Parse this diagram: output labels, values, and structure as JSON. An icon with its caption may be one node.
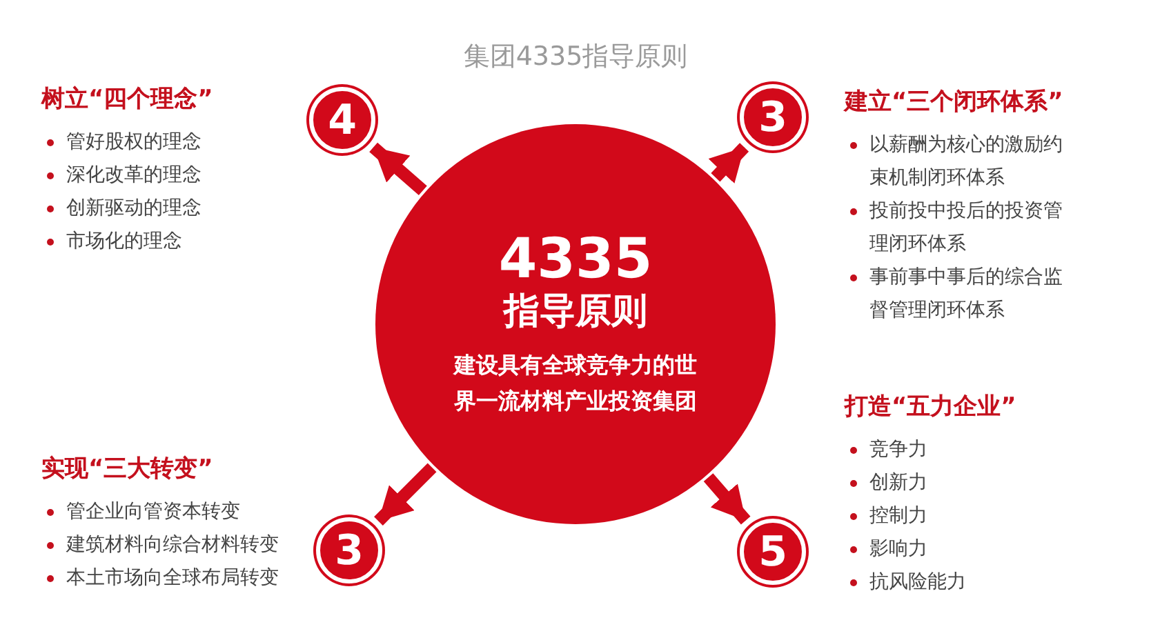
{
  "diagram": {
    "title": "集团4335指导原则",
    "nodes": [
      {
        "text": [
          "4335",
          "指导原则",
          "建设具有全球竞争力的世界一流材料产业投资集团"
        ]
      },
      {
        "text": [
          "4"
        ],
        "beside": [
          "树立“四个理念”",
          "管好股权的理念",
          "深化改革的理念",
          "创新驱动的理念",
          "市场化的理念"
        ]
      },
      {
        "text": [
          "3"
        ],
        "beside": [
          "建立“三个闭环体系”",
          "以薪酬为核心的激励约束机制闭环体系",
          "投前投中投后的投资管理闭环体系",
          "事前事中事后的综合监督管理闭环体系"
        ]
      },
      {
        "text": [
          "3"
        ],
        "beside": [
          "实现“三大转变”",
          "管企业向管资本转变",
          "建筑材料向综合材料转变",
          "本土市场向全球布局转变"
        ]
      },
      {
        "text": [
          "5"
        ],
        "beside": [
          "打造“五力企业”",
          "竞争力",
          "创新力",
          "控制力",
          "影响力",
          "抗风险能力"
        ]
      }
    ],
    "edges": [
      {
        "from": 0,
        "to": 1,
        "arrow": "to"
      },
      {
        "from": 0,
        "to": 2,
        "arrow": "to"
      },
      {
        "from": 0,
        "to": 3,
        "arrow": "to"
      },
      {
        "from": 0,
        "to": 4,
        "arrow": "to"
      }
    ]
  }
}
